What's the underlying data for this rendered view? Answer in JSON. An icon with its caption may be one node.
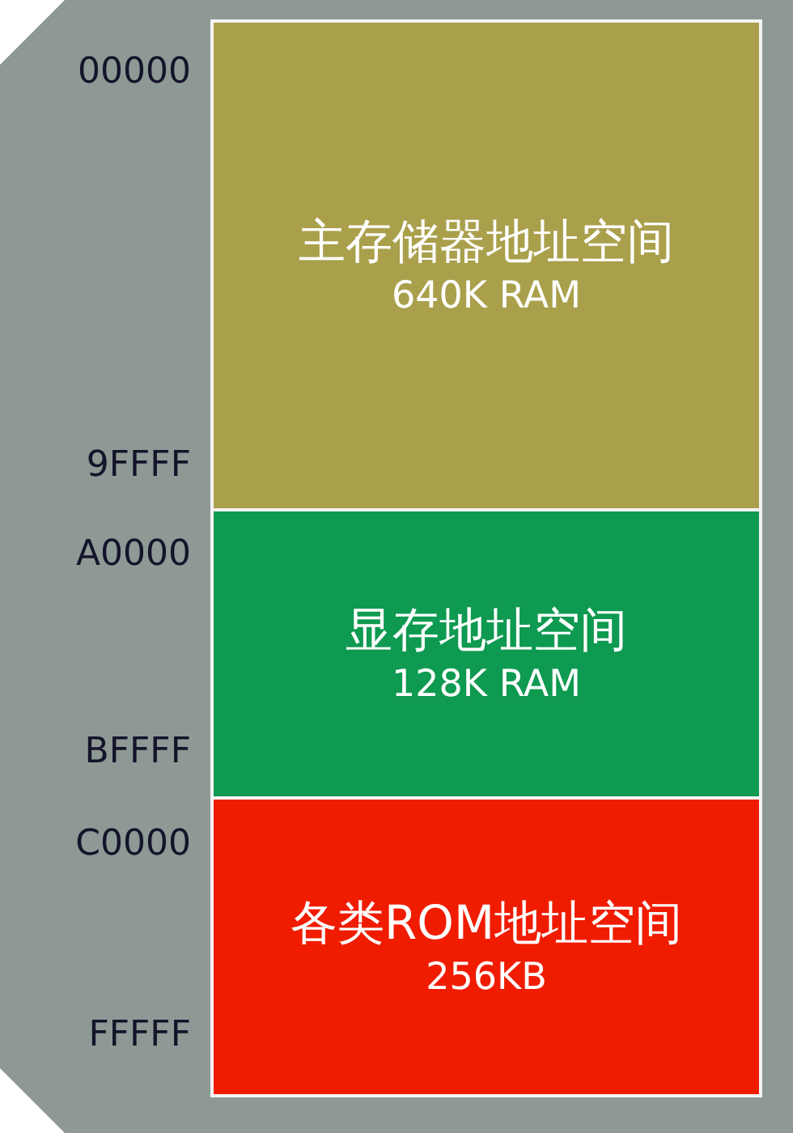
{
  "diagram": {
    "nodes": [
      {
        "text": [
          "主存储器地址空间",
          "640K RAM"
        ]
      },
      {
        "text": [
          "显存地址空间",
          "128K RAM"
        ]
      },
      {
        "text": [
          "各类ROM地址空间",
          "256KB"
        ]
      }
    ],
    "labels": [
      "00000",
      "9FFFF",
      "A0000",
      "BFFFF",
      "C0000",
      "FFFFF"
    ]
  }
}
